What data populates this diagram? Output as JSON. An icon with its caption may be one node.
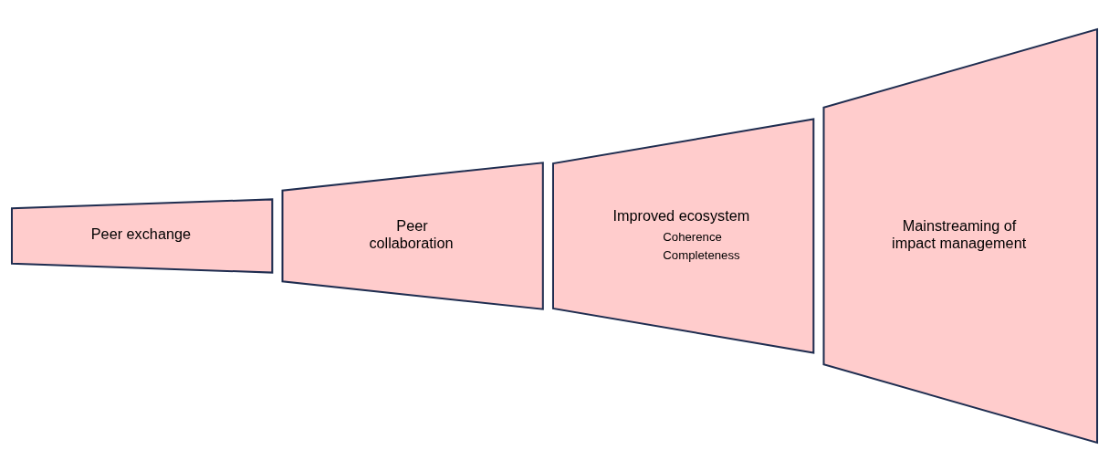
{
  "diagram": {
    "nodes": [
      {
        "text": [
          "Peer exchange"
        ]
      },
      {
        "text": [
          "Peer collaboration"
        ]
      },
      {
        "text": [
          "Improved ecosystem",
          "Coherence",
          "Completeness"
        ]
      },
      {
        "text": [
          "Mainstreaming of impact management"
        ]
      }
    ]
  }
}
